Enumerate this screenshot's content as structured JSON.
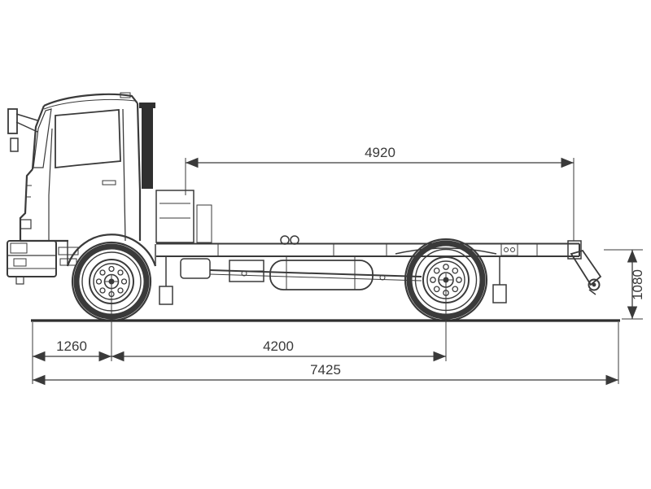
{
  "canvas": {
    "background": "#ffffff",
    "line_color": "#3a3a3a",
    "dark_fill": "#2f2f2f"
  },
  "diagram": {
    "dimensions": {
      "frame_behind_cab": "4920",
      "front_overhang": "1260",
      "wheelbase": "4200",
      "overall_length": "7425",
      "rear_frame_height": "1080"
    }
  }
}
